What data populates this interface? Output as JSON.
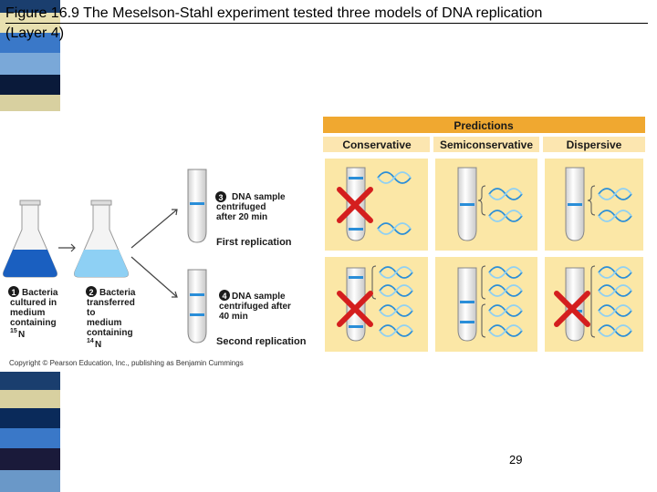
{
  "slide": {
    "title_line1": "Figure 16.9  The Meselson-Stahl experiment tested three models of DNA replication",
    "title_line2": "(Layer 4)",
    "page_number": "29"
  },
  "figure": {
    "predictions_header": "Predictions",
    "models": [
      "Conservative",
      "Semiconservative",
      "Dispersive"
    ],
    "steps": [
      {
        "num": "1",
        "lines": [
          "Bacteria",
          "cultured in",
          "medium",
          "containing"
        ],
        "isotope": "N",
        "isotope_mass": "15"
      },
      {
        "num": "2",
        "lines": [
          "Bacteria",
          "transferred",
          "to",
          "medium",
          "containing"
        ],
        "isotope": "N",
        "isotope_mass": "14"
      },
      {
        "num": "3",
        "lines": [
          "DNA sample",
          "centrifuged",
          "after 20 min"
        ]
      },
      {
        "num": "4",
        "lines": [
          "DNA sample",
          "centrifuged after",
          "40 min"
        ]
      }
    ],
    "first_replication": "First replication",
    "second_replication": "Second replication",
    "copyright": "Copyright © Pearson Education, Inc., publishing as Benjamin Cummings"
  },
  "colors": {
    "predictions_bar": "#f0a830",
    "header_row": "#fce6b0",
    "panel": "#fbe7a6",
    "band": "#2a8ed8",
    "flask_dark": "#1a5fc0",
    "flask_light": "#8ed0f4",
    "cross": "#d41e1e"
  }
}
